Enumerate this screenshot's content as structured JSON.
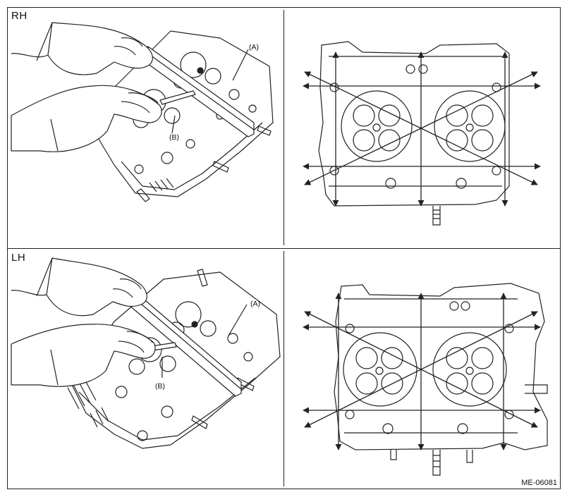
{
  "panels": {
    "top": {
      "label": "RH",
      "callout_a": "(A)",
      "callout_b": "(B)"
    },
    "bottom": {
      "label": "LH",
      "callout_a": "(A)",
      "callout_b": "(B)"
    }
  },
  "figure_ref": "ME-06081",
  "colors": {
    "line": "#222222",
    "background": "#ffffff"
  },
  "illustrations": [
    "hands-holding-straightedge-and-thickness-gauge-on-cylinder-head",
    "cylinder-head-face-with-measurement-direction-arrows"
  ]
}
